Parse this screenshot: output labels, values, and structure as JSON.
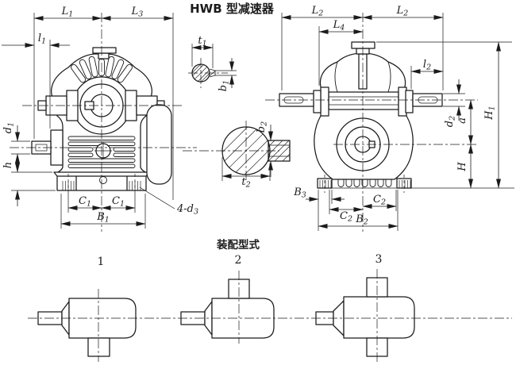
{
  "title": "HWB 型减速器",
  "front_view": {
    "dims": {
      "L1": {
        "m": "L",
        "s": "1"
      },
      "L3": {
        "m": "L",
        "s": "3"
      },
      "l1": {
        "m": "l",
        "s": "1"
      },
      "d1": {
        "m": "d",
        "s": "1"
      },
      "h": {
        "m": "h",
        "s": ""
      },
      "C1a": {
        "m": "C",
        "s": "1"
      },
      "C1b": {
        "m": "C",
        "s": "1"
      },
      "B1": {
        "m": "B",
        "s": "1"
      },
      "d3": {
        "m": "4-d",
        "s": "3"
      }
    }
  },
  "shaft_sections": {
    "dims": {
      "t1": {
        "m": "t",
        "s": "1"
      },
      "b1": {
        "m": "b",
        "s": "1"
      },
      "b2": {
        "m": "b",
        "s": "2"
      },
      "t2": {
        "m": "t",
        "s": "2"
      }
    }
  },
  "side_view": {
    "dims": {
      "L2a": {
        "m": "L",
        "s": "2"
      },
      "L2b": {
        "m": "L",
        "s": "2"
      },
      "L4": {
        "m": "L",
        "s": "4"
      },
      "l2": {
        "m": "l",
        "s": "2"
      },
      "H1": {
        "m": "H",
        "s": "1"
      },
      "d2": {
        "m": "d",
        "s": "2"
      },
      "a": {
        "m": "a",
        "s": ""
      },
      "H": {
        "m": "H",
        "s": ""
      },
      "B3": {
        "m": "B",
        "s": "3"
      },
      "C2a": {
        "m": "C",
        "s": "2"
      },
      "C2b": {
        "m": "C",
        "s": "2"
      },
      "B2": {
        "m": "B",
        "s": "2"
      }
    }
  },
  "assembly": {
    "heading": "装配型式",
    "variants": [
      {
        "label": "1"
      },
      {
        "label": "2"
      },
      {
        "label": "3"
      }
    ]
  },
  "colors": {
    "ink": "#1b1b1b",
    "paper": "#ffffff"
  }
}
